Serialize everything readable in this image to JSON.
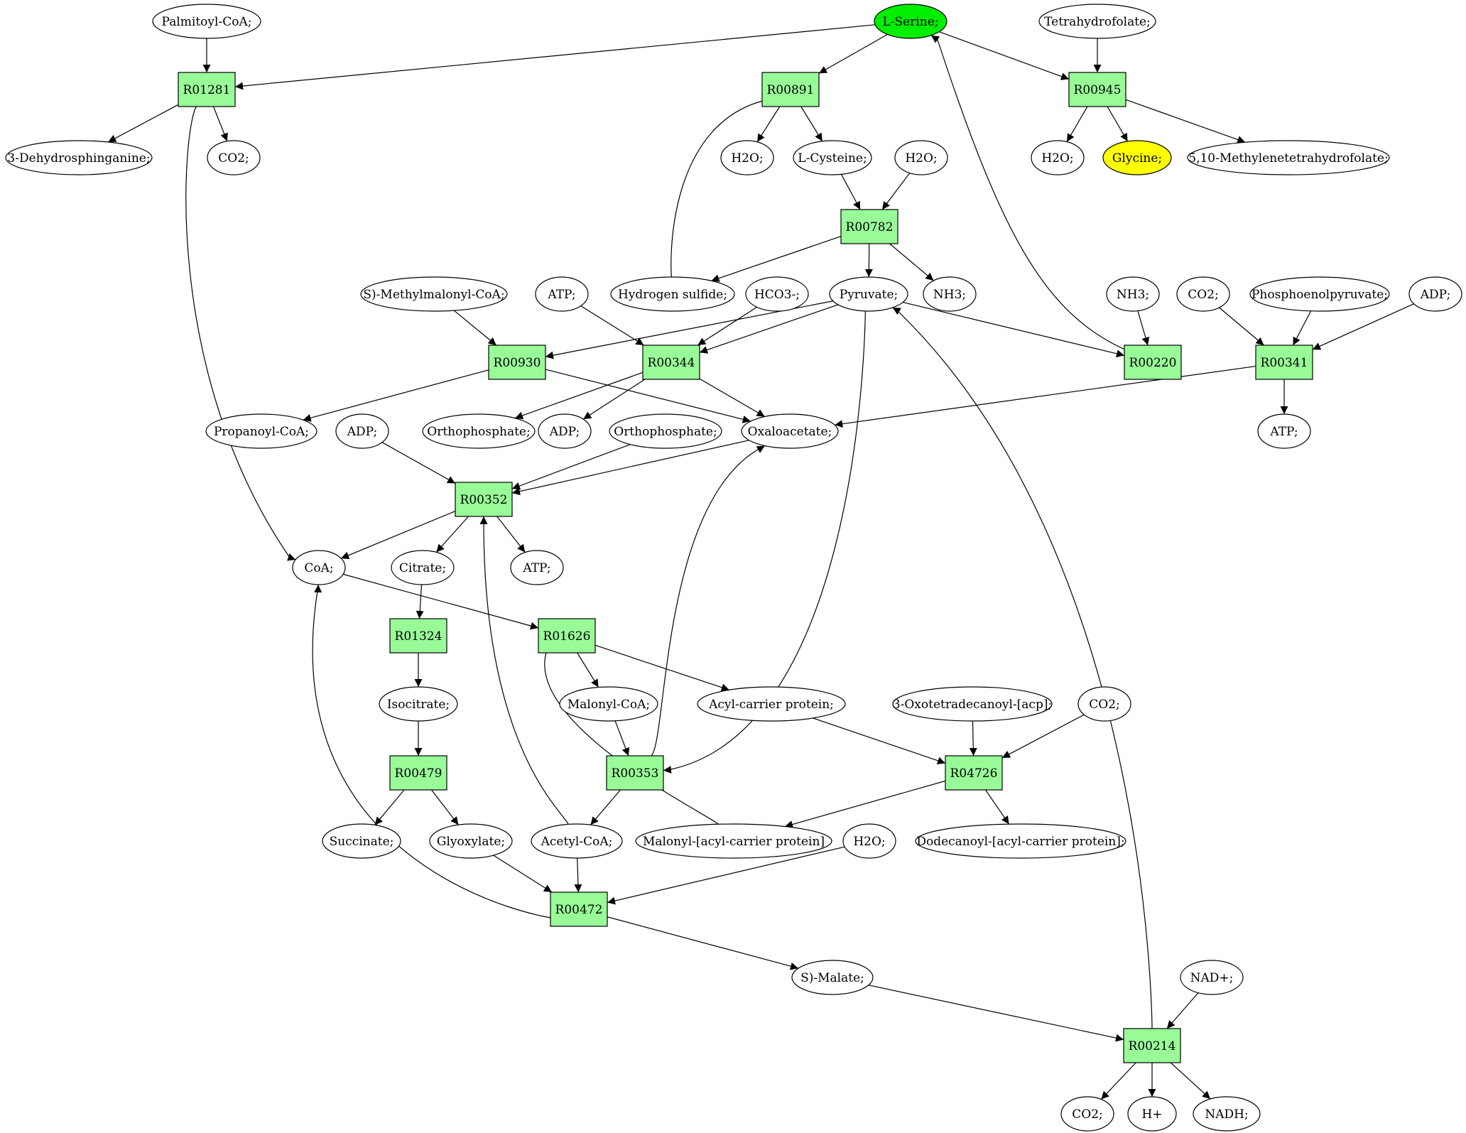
{
  "colors": {
    "reaction": "#98fb98",
    "metabolite": "#ffffff",
    "source": "#00ee00",
    "target": "#ffff00",
    "stroke": "#000000"
  },
  "nodes": [
    {
      "id": "palmitoyl_coa",
      "label": "Palmitoyl-CoA;",
      "kind": "metabolite"
    },
    {
      "id": "l_serine",
      "label": "L-Serine;",
      "kind": "source"
    },
    {
      "id": "thf",
      "label": "Tetrahydrofolate;",
      "kind": "metabolite"
    },
    {
      "id": "R01281",
      "label": "R01281",
      "kind": "reaction"
    },
    {
      "id": "R00891",
      "label": "R00891",
      "kind": "reaction"
    },
    {
      "id": "R00945",
      "label": "R00945",
      "kind": "reaction"
    },
    {
      "id": "dehydrosphinganine",
      "label": "3-Dehydrosphinganine;",
      "kind": "metabolite"
    },
    {
      "id": "co2_a",
      "label": "CO2;",
      "kind": "metabolite"
    },
    {
      "id": "h2o_a",
      "label": "H2O;",
      "kind": "metabolite"
    },
    {
      "id": "l_cysteine",
      "label": "L-Cysteine;",
      "kind": "metabolite"
    },
    {
      "id": "h2o_b",
      "label": "H2O;",
      "kind": "metabolite"
    },
    {
      "id": "h2o_c",
      "label": "H2O;",
      "kind": "metabolite"
    },
    {
      "id": "glycine",
      "label": "Glycine;",
      "kind": "target"
    },
    {
      "id": "methylene_thf",
      "label": "5,10-Methylenetetrahydrofolate;",
      "kind": "metabolite"
    },
    {
      "id": "R00782",
      "label": "R00782",
      "kind": "reaction"
    },
    {
      "id": "methylmalonyl",
      "label": "S)-Methylmalonyl-CoA;",
      "kind": "metabolite"
    },
    {
      "id": "atp_a",
      "label": "ATP;",
      "kind": "metabolite"
    },
    {
      "id": "h2s",
      "label": "Hydrogen sulfide;",
      "kind": "metabolite"
    },
    {
      "id": "hco3",
      "label": "HCO3-;",
      "kind": "metabolite"
    },
    {
      "id": "pyruvate",
      "label": "Pyruvate;",
      "kind": "metabolite"
    },
    {
      "id": "nh3_a",
      "label": "NH3;",
      "kind": "metabolite"
    },
    {
      "id": "nh3_b",
      "label": "NH3;",
      "kind": "metabolite"
    },
    {
      "id": "co2_b",
      "label": "CO2;",
      "kind": "metabolite"
    },
    {
      "id": "pep",
      "label": "Phosphoenolpyruvate;",
      "kind": "metabolite"
    },
    {
      "id": "adp_a",
      "label": "ADP;",
      "kind": "metabolite"
    },
    {
      "id": "R00930",
      "label": "R00930",
      "kind": "reaction"
    },
    {
      "id": "R00344",
      "label": "R00344",
      "kind": "reaction"
    },
    {
      "id": "R00220",
      "label": "R00220",
      "kind": "reaction"
    },
    {
      "id": "R00341",
      "label": "R00341",
      "kind": "reaction"
    },
    {
      "id": "propanoyl",
      "label": "Propanoyl-CoA;",
      "kind": "metabolite"
    },
    {
      "id": "adp_b",
      "label": "ADP;",
      "kind": "metabolite"
    },
    {
      "id": "ortho_a",
      "label": "Orthophosphate;",
      "kind": "metabolite"
    },
    {
      "id": "adp_c",
      "label": "ADP;",
      "kind": "metabolite"
    },
    {
      "id": "ortho_b",
      "label": "Orthophosphate;",
      "kind": "metabolite"
    },
    {
      "id": "oaa",
      "label": "Oxaloacetate;",
      "kind": "metabolite"
    },
    {
      "id": "atp_b",
      "label": "ATP;",
      "kind": "metabolite"
    },
    {
      "id": "R00352",
      "label": "R00352",
      "kind": "reaction"
    },
    {
      "id": "coa",
      "label": "CoA;",
      "kind": "metabolite"
    },
    {
      "id": "citrate",
      "label": "Citrate;",
      "kind": "metabolite"
    },
    {
      "id": "atp_c",
      "label": "ATP;",
      "kind": "metabolite"
    },
    {
      "id": "R01324",
      "label": "R01324",
      "kind": "reaction"
    },
    {
      "id": "R01626",
      "label": "R01626",
      "kind": "reaction"
    },
    {
      "id": "isocitrate",
      "label": "Isocitrate;",
      "kind": "metabolite"
    },
    {
      "id": "malonyl_coa",
      "label": "Malonyl-CoA;",
      "kind": "metabolite"
    },
    {
      "id": "acp",
      "label": "Acyl-carrier protein;",
      "kind": "metabolite"
    },
    {
      "id": "oxotetradecanoyl",
      "label": "3-Oxotetradecanoyl-[acp];",
      "kind": "metabolite"
    },
    {
      "id": "co2_c",
      "label": "CO2;",
      "kind": "metabolite"
    },
    {
      "id": "R00479",
      "label": "R00479",
      "kind": "reaction"
    },
    {
      "id": "R00353",
      "label": "R00353",
      "kind": "reaction"
    },
    {
      "id": "R04726",
      "label": "R04726",
      "kind": "reaction"
    },
    {
      "id": "succinate",
      "label": "Succinate;",
      "kind": "metabolite"
    },
    {
      "id": "glyoxylate",
      "label": "Glyoxylate;",
      "kind": "metabolite"
    },
    {
      "id": "acetyl_coa",
      "label": "Acetyl-CoA;",
      "kind": "metabolite"
    },
    {
      "id": "malonyl_acp",
      "label": "Malonyl-[acyl-carrier protein]",
      "kind": "metabolite"
    },
    {
      "id": "h2o_d",
      "label": "H2O;",
      "kind": "metabolite"
    },
    {
      "id": "dodecanoyl",
      "label": "Dodecanoyl-[acyl-carrier protein];",
      "kind": "metabolite"
    },
    {
      "id": "R00472",
      "label": "R00472",
      "kind": "reaction"
    },
    {
      "id": "malate",
      "label": "S)-Malate;",
      "kind": "metabolite"
    },
    {
      "id": "nad",
      "label": "NAD+;",
      "kind": "metabolite"
    },
    {
      "id": "R00214",
      "label": "R00214",
      "kind": "reaction"
    },
    {
      "id": "co2_d",
      "label": "CO2;",
      "kind": "metabolite"
    },
    {
      "id": "hplus",
      "label": "H+",
      "kind": "metabolite"
    },
    {
      "id": "nadh",
      "label": "NADH;",
      "kind": "metabolite"
    }
  ],
  "edges": [
    [
      "palmitoyl_coa",
      "R01281"
    ],
    [
      "l_serine",
      "R01281"
    ],
    [
      "l_serine",
      "R00891"
    ],
    [
      "l_serine",
      "R00945"
    ],
    [
      "thf",
      "R00945"
    ],
    [
      "R01281",
      "dehydrosphinganine"
    ],
    [
      "R01281",
      "co2_a"
    ],
    [
      "R01281",
      "coa"
    ],
    [
      "R00891",
      "h2o_a"
    ],
    [
      "R00891",
      "l_cysteine"
    ],
    [
      "h2s",
      "R00891"
    ],
    [
      "R00945",
      "h2o_c"
    ],
    [
      "R00945",
      "glycine"
    ],
    [
      "R00945",
      "methylene_thf"
    ],
    [
      "l_cysteine",
      "R00782"
    ],
    [
      "h2o_b",
      "R00782"
    ],
    [
      "R00782",
      "h2s"
    ],
    [
      "R00782",
      "pyruvate"
    ],
    [
      "R00782",
      "nh3_a"
    ],
    [
      "methylmalonyl",
      "R00930"
    ],
    [
      "pyruvate",
      "R00930"
    ],
    [
      "R00930",
      "propanoyl"
    ],
    [
      "R00930",
      "oaa"
    ],
    [
      "atp_a",
      "R00344"
    ],
    [
      "hco3",
      "R00344"
    ],
    [
      "pyruvate",
      "R00344"
    ],
    [
      "R00344",
      "ortho_a"
    ],
    [
      "R00344",
      "adp_c"
    ],
    [
      "R00344",
      "oaa"
    ],
    [
      "pyruvate",
      "R00220"
    ],
    [
      "nh3_b",
      "R00220"
    ],
    [
      "R00220",
      "l_serine"
    ],
    [
      "co2_b",
      "R00341"
    ],
    [
      "pep",
      "R00341"
    ],
    [
      "adp_a",
      "R00341"
    ],
    [
      "R00341",
      "atp_b"
    ],
    [
      "R00341",
      "oaa"
    ],
    [
      "adp_b",
      "R00352"
    ],
    [
      "ortho_b",
      "R00352"
    ],
    [
      "oaa",
      "R00352"
    ],
    [
      "acetyl_coa",
      "R00352"
    ],
    [
      "R00352",
      "coa"
    ],
    [
      "R00352",
      "citrate"
    ],
    [
      "R00352",
      "atp_c"
    ],
    [
      "citrate",
      "R01324"
    ],
    [
      "R01324",
      "isocitrate"
    ],
    [
      "coa",
      "R01626"
    ],
    [
      "malonyl_acp",
      "R01626"
    ],
    [
      "R01626",
      "malonyl_coa"
    ],
    [
      "R01626",
      "acp"
    ],
    [
      "isocitrate",
      "R00479"
    ],
    [
      "R00479",
      "succinate"
    ],
    [
      "R00479",
      "glyoxylate"
    ],
    [
      "malonyl_coa",
      "R00353"
    ],
    [
      "pyruvate",
      "R00353"
    ],
    [
      "R00353",
      "oaa"
    ],
    [
      "R00353",
      "acetyl_coa"
    ],
    [
      "acp",
      "R04726"
    ],
    [
      "oxotetradecanoyl",
      "R04726"
    ],
    [
      "co2_c",
      "R04726"
    ],
    [
      "R04726",
      "malonyl_acp"
    ],
    [
      "R04726",
      "dodecanoyl"
    ],
    [
      "glyoxylate",
      "R00472"
    ],
    [
      "acetyl_coa",
      "R00472"
    ],
    [
      "h2o_d",
      "R00472"
    ],
    [
      "R00472",
      "coa"
    ],
    [
      "R00472",
      "malate"
    ],
    [
      "malate",
      "R00214"
    ],
    [
      "nad",
      "R00214"
    ],
    [
      "R00214",
      "pyruvate"
    ],
    [
      "R00214",
      "co2_d"
    ],
    [
      "R00214",
      "hplus"
    ],
    [
      "R00214",
      "nadh"
    ]
  ]
}
